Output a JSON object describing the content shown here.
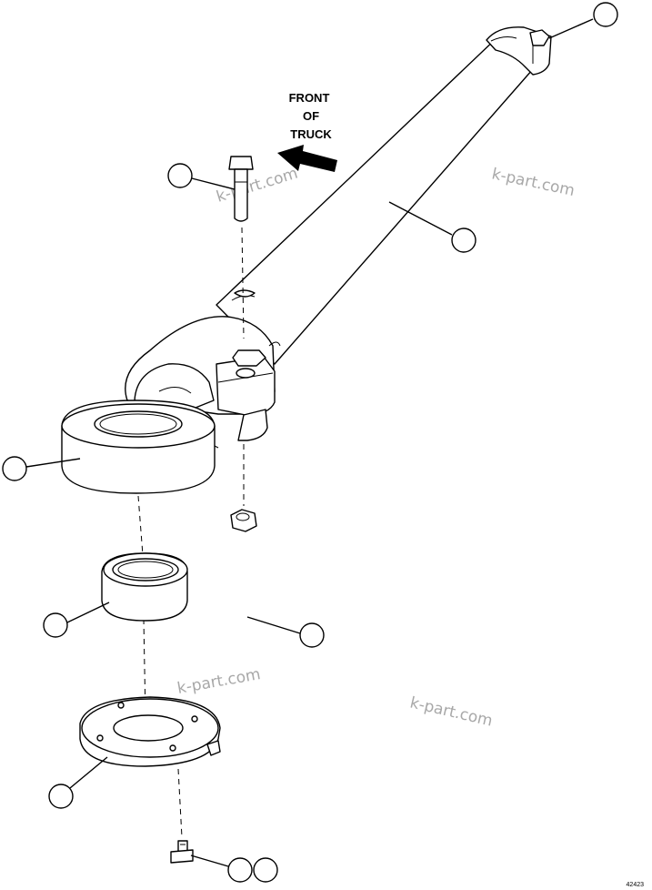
{
  "diagram": {
    "direction_label": [
      "FRONT",
      "OF",
      "TRUCK"
    ],
    "watermarks": [
      "k-part.com",
      "k-part.com",
      "k-part.com",
      "k-part.com"
    ],
    "figure_number": "42423",
    "callouts": [
      "",
      "",
      "",
      "",
      "",
      "",
      "",
      "",
      ""
    ]
  }
}
